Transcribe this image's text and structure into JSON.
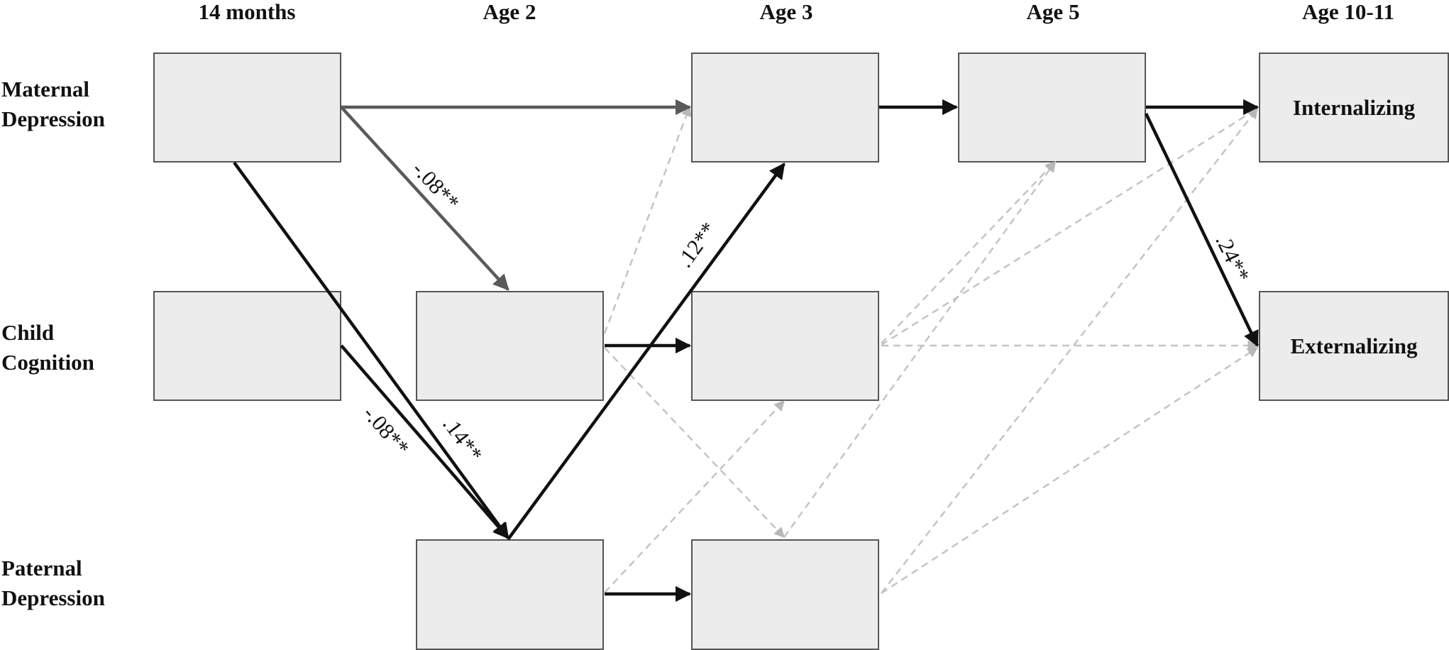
{
  "time_points": [
    "14 months",
    "Age 2",
    "Age 3",
    "Age 5",
    "Age 10-11"
  ],
  "constructs": [
    {
      "line1": "Maternal",
      "line2": "Depression"
    },
    {
      "line1": "Child",
      "line2": "Cognition"
    },
    {
      "line1": "Paternal",
      "line2": "Depression"
    }
  ],
  "outcomes": {
    "internalizing": "Internalizing",
    "externalizing": "Externalizing"
  },
  "coefficients": {
    "md14_to_cc2": "-.08**",
    "cc14_to_pd2": "-.08**",
    "md14_to_pd2": ".14**",
    "pd2_to_md3": ".12**",
    "md5_to_ext": ".24**"
  },
  "colors": {
    "significant": "#111111",
    "significant_gray": "#5a5a5a",
    "nonsignificant": "#c4c4c4",
    "box_fill": "#ececec"
  }
}
